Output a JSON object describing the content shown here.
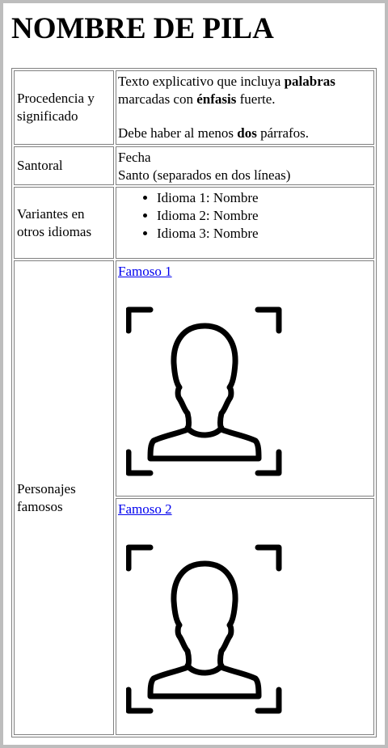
{
  "title": "NOMBRE DE PILA",
  "rows": {
    "origin": {
      "label": "Procedencia y significado",
      "p1_a": "Texto explicativo que incluya ",
      "p1_b": "palabras",
      "p1_c": " marcadas con ",
      "p1_d": "énfasis",
      "p1_e": " fuerte.",
      "p2_a": "Debe haber al menos ",
      "p2_b": "dos",
      "p2_c": " párrafos."
    },
    "santoral": {
      "label": "Santoral",
      "line1": "Fecha",
      "line2": "Santo (separados en dos líneas)"
    },
    "variants": {
      "label": "Variantes en otros idiomas",
      "items": [
        "Idioma 1: Nombre",
        "Idioma 2: Nombre",
        "Idioma 3: Nombre"
      ]
    },
    "famous": {
      "label": "Personajes famosos",
      "entries": [
        {
          "link": "Famoso 1 ",
          "icon": "user-portrait-icon"
        },
        {
          "link": "Famoso 2 ",
          "icon": "user-portrait-icon"
        }
      ]
    }
  },
  "colors": {
    "border": "#808080",
    "frame": "#bdbdbd",
    "link": "#0000ee"
  }
}
